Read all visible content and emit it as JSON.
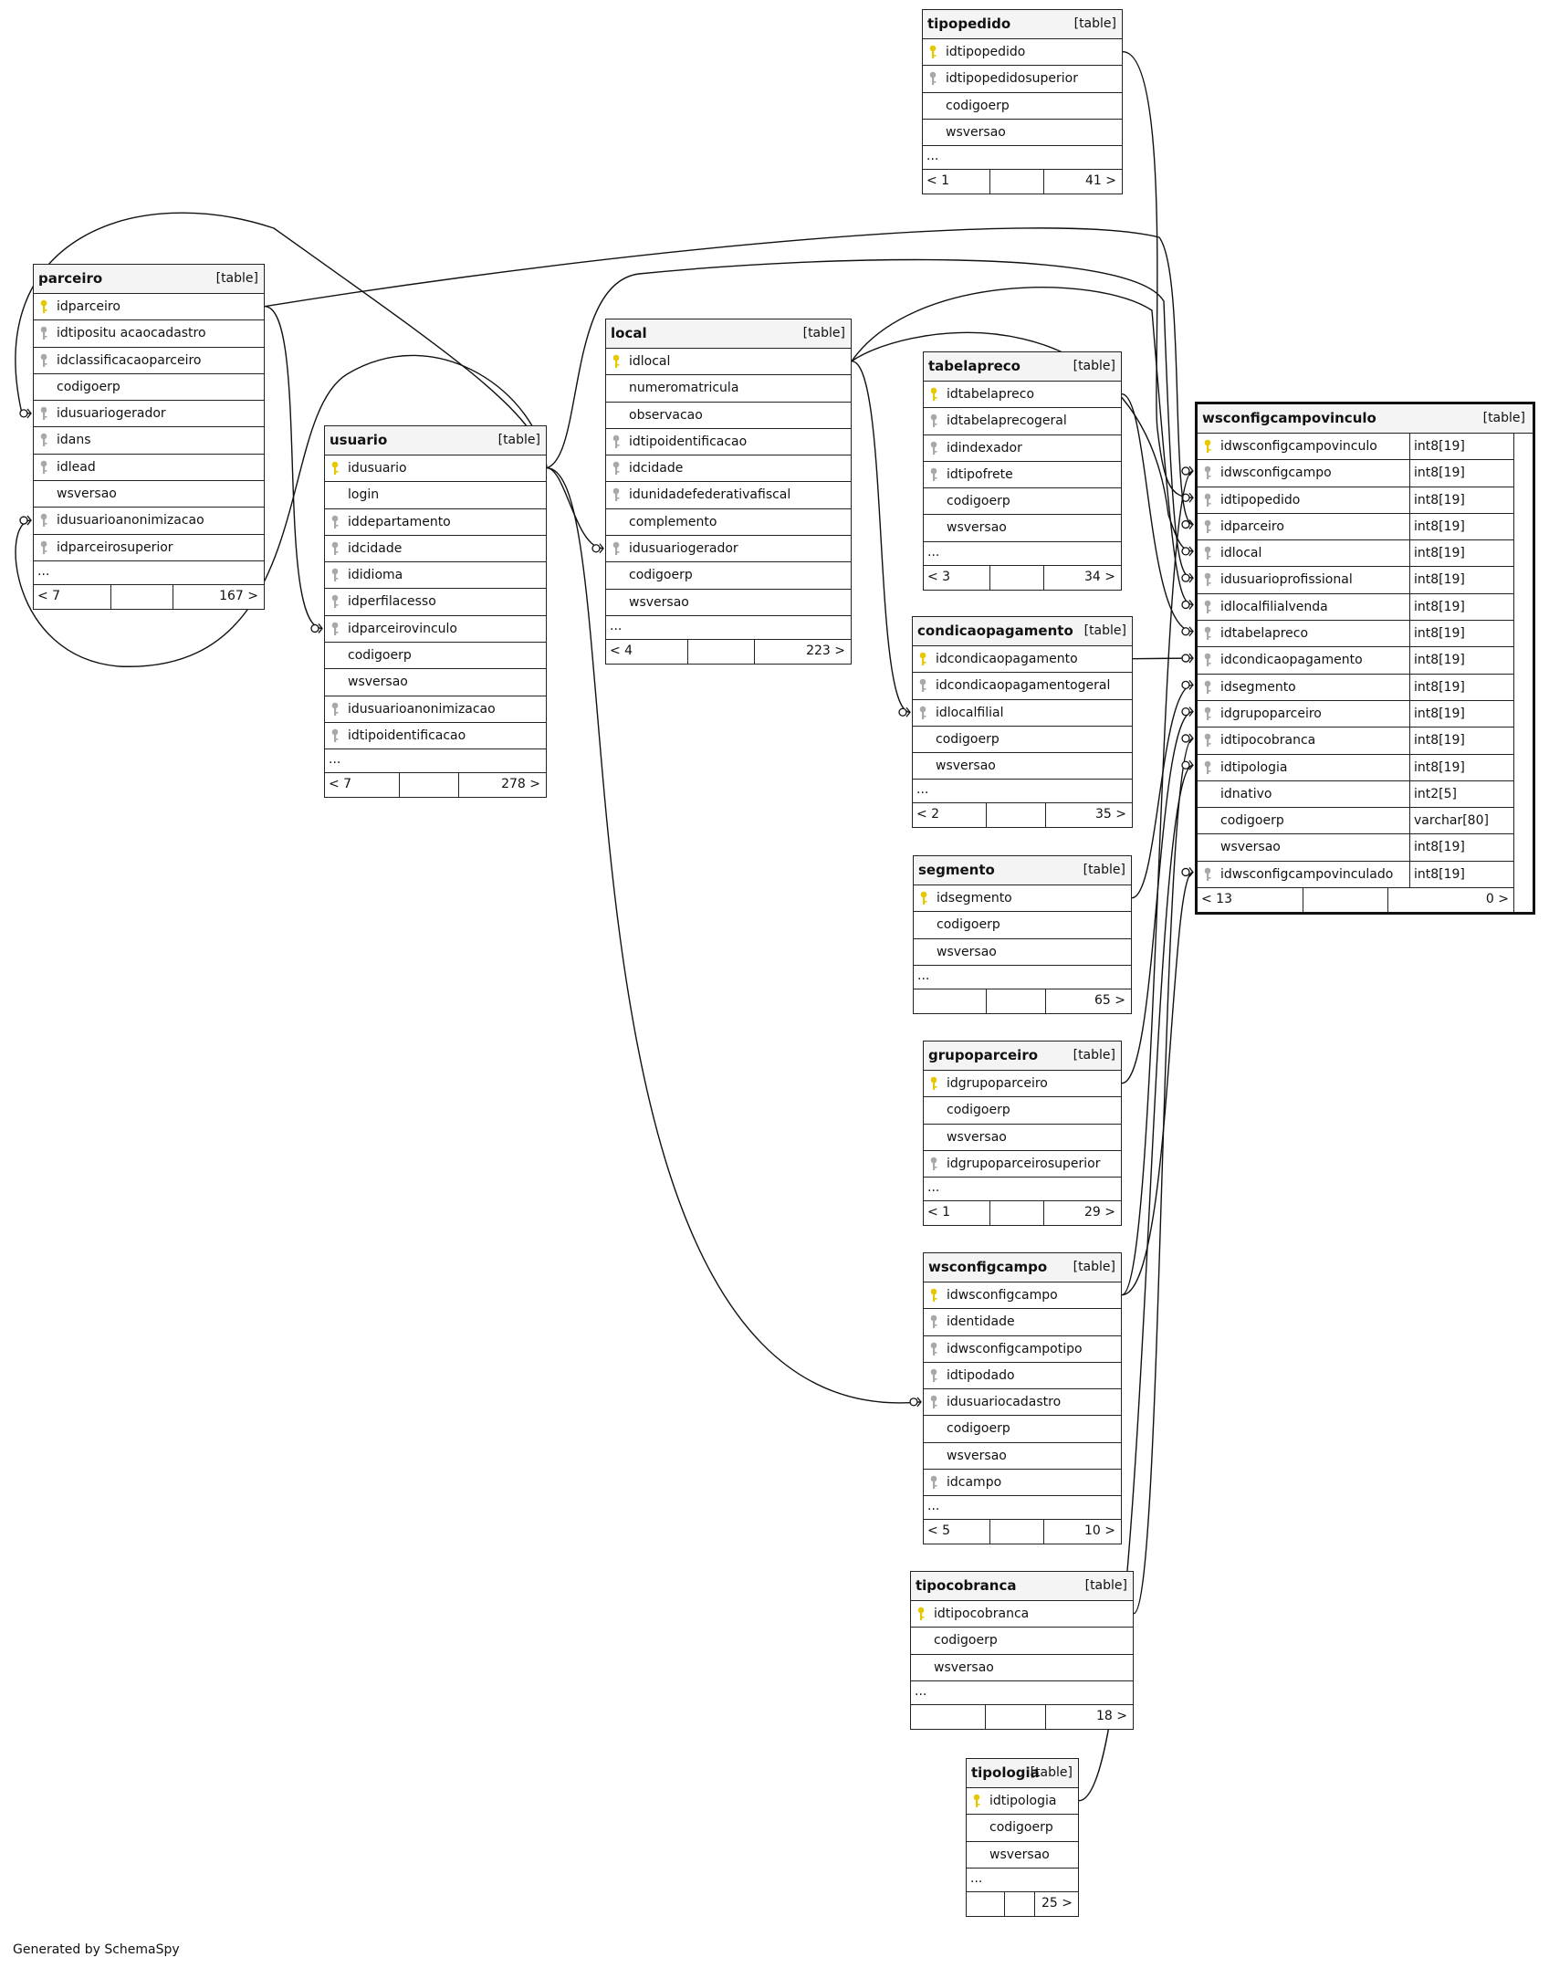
{
  "footer": "Generated by SchemaSpy",
  "tables": [
    {
      "id": "tipopedido",
      "name": "tipopedido",
      "type": "[table]",
      "columns": [
        {
          "name": "idtipopedido",
          "key": "pk"
        },
        {
          "name": "idtipopedidosuperior",
          "key": "fk"
        },
        {
          "name": "codigoerp",
          "key": ""
        },
        {
          "name": "wsversao",
          "key": ""
        }
      ],
      "more": "...",
      "parents": "< 1",
      "children": "41 >"
    },
    {
      "id": "parceiro",
      "name": "parceiro",
      "type": "[table]",
      "columns": [
        {
          "name": "idparceiro",
          "key": "pk"
        },
        {
          "name": "idtipositu acaocadastro",
          "key": "fk"
        },
        {
          "name": "idclassificacaoparceiro",
          "key": "fk"
        },
        {
          "name": "codigoerp",
          "key": ""
        },
        {
          "name": "idusuariogerador",
          "key": "fk"
        },
        {
          "name": "idans",
          "key": "fk"
        },
        {
          "name": "idlead",
          "key": "fk"
        },
        {
          "name": "wsversao",
          "key": ""
        },
        {
          "name": "idusuarioanonimizacao",
          "key": "fk"
        },
        {
          "name": "idparceirosuperior",
          "key": "fk"
        }
      ],
      "more": "...",
      "parents": "< 7",
      "children": "167 >"
    },
    {
      "id": "usuario",
      "name": "usuario",
      "type": "[table]",
      "columns": [
        {
          "name": "idusuario",
          "key": "pk"
        },
        {
          "name": "login",
          "key": ""
        },
        {
          "name": "iddepartamento",
          "key": "fk"
        },
        {
          "name": "idcidade",
          "key": "fk"
        },
        {
          "name": "ididioma",
          "key": "fk"
        },
        {
          "name": "idperfilacesso",
          "key": "fk"
        },
        {
          "name": "idparceirovinculo",
          "key": "fk"
        },
        {
          "name": "codigoerp",
          "key": ""
        },
        {
          "name": "wsversao",
          "key": ""
        },
        {
          "name": "idusuarioanonimizacao",
          "key": "fk"
        },
        {
          "name": "idtipoidentificacao",
          "key": "fk"
        }
      ],
      "more": "...",
      "parents": "< 7",
      "children": "278 >"
    },
    {
      "id": "local",
      "name": "local",
      "type": "[table]",
      "columns": [
        {
          "name": "idlocal",
          "key": "pk"
        },
        {
          "name": "numeromatricula",
          "key": ""
        },
        {
          "name": "observacao",
          "key": ""
        },
        {
          "name": "idtipoidentificacao",
          "key": "fk"
        },
        {
          "name": "idcidade",
          "key": "fk"
        },
        {
          "name": "idunidadefederativafiscal",
          "key": "fk"
        },
        {
          "name": "complemento",
          "key": ""
        },
        {
          "name": "idusuariogerador",
          "key": "fk"
        },
        {
          "name": "codigoerp",
          "key": ""
        },
        {
          "name": "wsversao",
          "key": ""
        }
      ],
      "more": "...",
      "parents": "< 4",
      "children": "223 >"
    },
    {
      "id": "tabelapreco",
      "name": "tabelapreco",
      "type": "[table]",
      "columns": [
        {
          "name": "idtabelapreco",
          "key": "pk"
        },
        {
          "name": "idtabelaprecogeral",
          "key": "fk"
        },
        {
          "name": "idindexador",
          "key": "fk"
        },
        {
          "name": "idtipofrete",
          "key": "fk"
        },
        {
          "name": "codigoerp",
          "key": ""
        },
        {
          "name": "wsversao",
          "key": ""
        }
      ],
      "more": "...",
      "parents": "< 3",
      "children": "34 >"
    },
    {
      "id": "condicaopagamento",
      "name": "condicaopagamento",
      "type": "[table]",
      "columns": [
        {
          "name": "idcondicaopagamento",
          "key": "pk"
        },
        {
          "name": "idcondicaopagamentogeral",
          "key": "fk"
        },
        {
          "name": "idlocalfilial",
          "key": "fk"
        },
        {
          "name": "codigoerp",
          "key": ""
        },
        {
          "name": "wsversao",
          "key": ""
        }
      ],
      "more": "...",
      "parents": "< 2",
      "children": "35 >"
    },
    {
      "id": "segmento",
      "name": "segmento",
      "type": "[table]",
      "columns": [
        {
          "name": "idsegmento",
          "key": "pk"
        },
        {
          "name": "codigoerp",
          "key": ""
        },
        {
          "name": "wsversao",
          "key": ""
        }
      ],
      "more": "...",
      "parents": "",
      "children": "65 >"
    },
    {
      "id": "grupoparceiro",
      "name": "grupoparceiro",
      "type": "[table]",
      "columns": [
        {
          "name": "idgrupoparceiro",
          "key": "pk"
        },
        {
          "name": "codigoerp",
          "key": ""
        },
        {
          "name": "wsversao",
          "key": ""
        },
        {
          "name": "idgrupoparceirosuperior",
          "key": "fk"
        }
      ],
      "more": "...",
      "parents": "< 1",
      "children": "29 >"
    },
    {
      "id": "wsconfigcampo",
      "name": "wsconfigcampo",
      "type": "[table]",
      "columns": [
        {
          "name": "idwsconfigcampo",
          "key": "pk"
        },
        {
          "name": "identidade",
          "key": "fk"
        },
        {
          "name": "idwsconfigcampotipo",
          "key": "fk"
        },
        {
          "name": "idtipodado",
          "key": "fk"
        },
        {
          "name": "idusuariocadastro",
          "key": "fk"
        },
        {
          "name": "codigoerp",
          "key": ""
        },
        {
          "name": "wsversao",
          "key": ""
        },
        {
          "name": "idcampo",
          "key": "fk"
        }
      ],
      "more": "...",
      "parents": "< 5",
      "children": "10 >"
    },
    {
      "id": "tipocobranca",
      "name": "tipocobranca",
      "type": "[table]",
      "columns": [
        {
          "name": "idtipocobranca",
          "key": "pk"
        },
        {
          "name": "codigoerp",
          "key": ""
        },
        {
          "name": "wsversao",
          "key": ""
        }
      ],
      "more": "...",
      "parents": "",
      "children": "18 >"
    },
    {
      "id": "tipologia",
      "name": "tipologia",
      "type": "[table]",
      "columns": [
        {
          "name": "idtipologia",
          "key": "pk"
        },
        {
          "name": "codigoerp",
          "key": ""
        },
        {
          "name": "wsversao",
          "key": ""
        }
      ],
      "more": "...",
      "parents": "",
      "children": "25 >"
    },
    {
      "id": "wsconfigcampovinculo",
      "name": "wsconfigcampovinculo",
      "type": "[table]",
      "columns": [
        {
          "name": "idwsconfigcampovinculo",
          "key": "pk",
          "dtype": "int8[19]"
        },
        {
          "name": "idwsconfigcampo",
          "key": "fk",
          "dtype": "int8[19]"
        },
        {
          "name": "idtipopedido",
          "key": "fk",
          "dtype": "int8[19]"
        },
        {
          "name": "idparceiro",
          "key": "fk",
          "dtype": "int8[19]"
        },
        {
          "name": "idlocal",
          "key": "fk",
          "dtype": "int8[19]"
        },
        {
          "name": "idusuarioprofissional",
          "key": "fk",
          "dtype": "int8[19]"
        },
        {
          "name": "idlocalfilialvenda",
          "key": "fk",
          "dtype": "int8[19]"
        },
        {
          "name": "idtabelapreco",
          "key": "fk",
          "dtype": "int8[19]"
        },
        {
          "name": "idcondicaopagamento",
          "key": "fk",
          "dtype": "int8[19]"
        },
        {
          "name": "idsegmento",
          "key": "fk",
          "dtype": "int8[19]"
        },
        {
          "name": "idgrupoparceiro",
          "key": "fk",
          "dtype": "int8[19]"
        },
        {
          "name": "idtipocobranca",
          "key": "fk",
          "dtype": "int8[19]"
        },
        {
          "name": "idtipologia",
          "key": "fk",
          "dtype": "int8[19]"
        },
        {
          "name": "idnativo",
          "key": "",
          "dtype": "int2[5]"
        },
        {
          "name": "codigoerp",
          "key": "",
          "dtype": "varchar[80]"
        },
        {
          "name": "wsversao",
          "key": "",
          "dtype": "int8[19]"
        },
        {
          "name": "idwsconfigcampovinculado",
          "key": "fk",
          "dtype": "int8[19]"
        }
      ],
      "more": "",
      "parents": "< 13",
      "children": "0 >"
    }
  ],
  "colors": {
    "pk_key": "#e6c800",
    "fk_key": "#a8a8a8",
    "header_bg": "#f4f4f4",
    "line": "#111111"
  }
}
